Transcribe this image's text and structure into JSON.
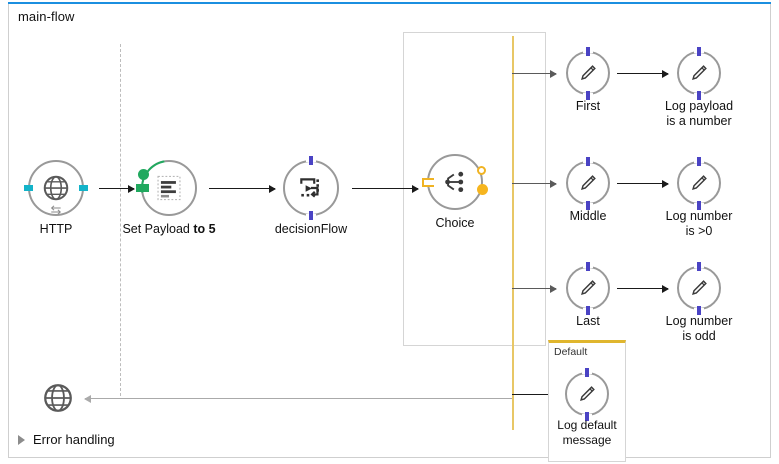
{
  "flow": {
    "title": "main-flow",
    "accent_color": "#1b8fe0"
  },
  "nodes": [
    {
      "id": "http",
      "label": "HTTP",
      "icon": "globe-icon",
      "color": "#13b3c9"
    },
    {
      "id": "set-payload",
      "label": "Set Payload ",
      "label_bold": "to 5",
      "icon": "set-payload-icon",
      "color": "#21a95f"
    },
    {
      "id": "decision-flow",
      "label": "decisionFlow",
      "icon": "flow-reference-icon",
      "color": "#6b63d6"
    },
    {
      "id": "choice",
      "label": "Choice",
      "icon": "choice-branch-icon",
      "color": "#f0b323"
    }
  ],
  "branches": [
    {
      "id": "first",
      "condition_label": "First",
      "logger_label": "Log payload\nis a number",
      "icon": "logger-pencil-icon",
      "color": "#6b63d6"
    },
    {
      "id": "middle",
      "condition_label": "Middle",
      "logger_label": "Log number\nis >0",
      "icon": "logger-pencil-icon",
      "color": "#6b63d6"
    },
    {
      "id": "last",
      "condition_label": "Last",
      "logger_label": "Log number\nis odd",
      "icon": "logger-pencil-icon",
      "color": "#6b63d6"
    }
  ],
  "default_branch": {
    "title": "Default",
    "logger_label": "Log default\nmessage",
    "icon": "logger-pencil-icon",
    "color": "#e0b62e"
  },
  "error_handling": {
    "label": "Error handling",
    "disclosure_icon": "triangle-right-icon",
    "return_icon": "globe-icon"
  }
}
